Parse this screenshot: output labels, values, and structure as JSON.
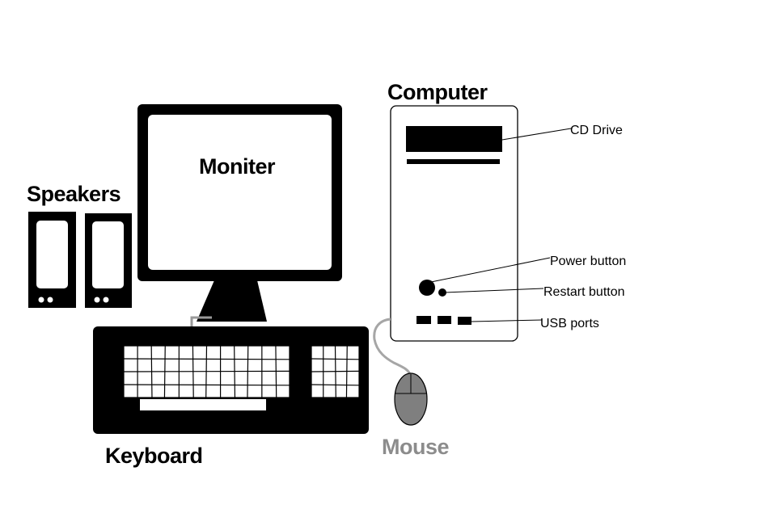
{
  "labels": {
    "computer": "Computer",
    "moniter": "Moniter",
    "speakers": "Speakers",
    "keyboard": "Keyboard",
    "mouse": "Mouse",
    "cd_drive": "CD Drive",
    "power_button": "Power button",
    "restart_button": "Restart button",
    "usb_ports": "USB ports"
  },
  "colors": {
    "ink": "#000000",
    "paper": "#ffffff",
    "mouse": "#7f7f7f",
    "mouse_label": "#8c8c8c"
  }
}
